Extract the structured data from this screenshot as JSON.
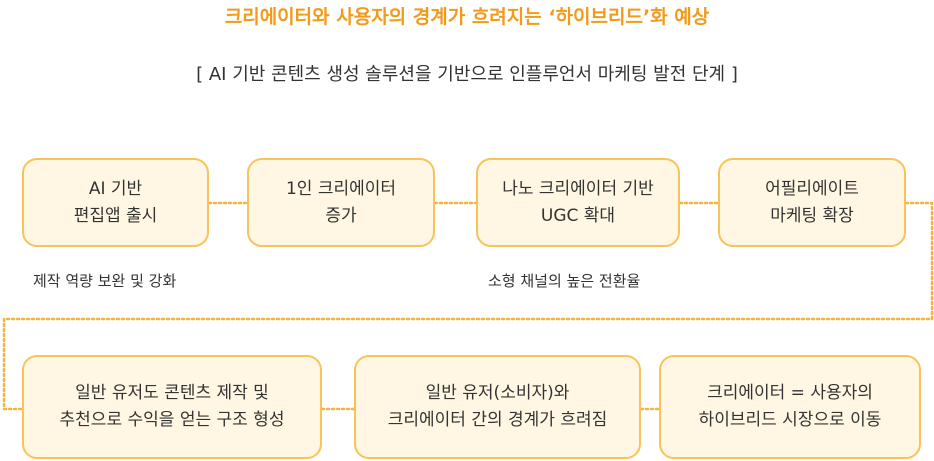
{
  "header": {
    "title": "크리에이터와 사용자의 경계가 흐려지는 ‘하이브리드’화 예상",
    "subtitle": "[ AI 기반 콘텐츠 생성 솔루션을 기반으로 인플루언서 마케팅 발전 단계 ]"
  },
  "colors": {
    "accent": "#f29a19",
    "box_border": "#f7c35a",
    "box_fill": "#fff7e3"
  },
  "steps": [
    {
      "label": "AI 기반\n편집앱 출시"
    },
    {
      "label": "1인 크리에이터\n증가"
    },
    {
      "label": "나노 크리에이터 기반\nUGC 확대"
    },
    {
      "label": "어필리에이트\n마케팅 확장"
    },
    {
      "label": "일반 유저도 콘텐츠 제작 및\n추천으로 수익을 얻는 구조 형성"
    },
    {
      "label": "일반 유저(소비자)와\n크리에이터 간의 경계가 흐려짐"
    },
    {
      "label": "크리에이터 = 사용자의\n하이브리드 시장으로 이동"
    }
  ],
  "notes": [
    {
      "text": "제작 역량 보완 및 강화"
    },
    {
      "text": "소형 채널의 높은 전환율"
    }
  ]
}
